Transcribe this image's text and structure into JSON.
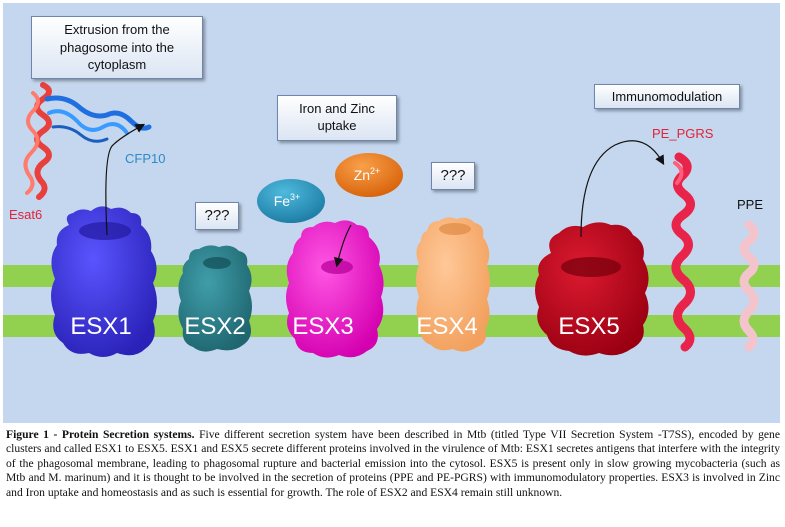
{
  "diagram": {
    "callouts": {
      "extrusion": "Extrusion from the phagosome into the cytoplasm",
      "iron_zinc": "Iron and Zinc uptake",
      "immunomodulation": "Immunomodulation"
    },
    "question_marks": "???",
    "systems": [
      "ESX1",
      "ESX2",
      "ESX3",
      "ESX4",
      "ESX5"
    ],
    "proteins": {
      "cfp10": "CFP10",
      "esat6": "Esat6",
      "pe_pgrs": "PE_PGRS",
      "ppe": "PPE"
    },
    "ions": {
      "fe": "Fe",
      "fe_charge": "3+",
      "zn": "Zn",
      "zn_charge": "2+"
    },
    "colors": {
      "background": "#c5d7ee",
      "membrane_green": "#92d050",
      "esx1": "#3b35e0",
      "esx2": "#2e8591",
      "esx3": "#ff1fd8",
      "esx4": "#ffb478",
      "esx5": "#c0001b",
      "fe_ion": "#2e9bc4",
      "zn_ion": "#f07c1b"
    }
  },
  "caption": {
    "label": "Figure 1 - Protein Secretion systems.",
    "text": "Five different secretion system have been described in Mtb (titled Type VII Secretion System -T7SS), encoded by gene clusters and called ESX1 to ESX5.  ESX1 and ESX5 secrete different proteins involved in the virulence of Mtb: ESX1 secretes antigens that interfere with the integrity of the phagosomal membrane, leading to phagosomal rupture and bacterial emission into the cytosol. ESX5 is present only in slow growing mycobacteria (such as Mtb and M. marinum) and it is thought to be involved in the secretion of proteins  (PPE and PE-PGRS)  with immunomodulatory properties. ESX3 is involved in Zinc and Iron  uptake and homeostasis and as such is essential for growth. The role of ESX2 and ESX4 remain still  unknown."
  }
}
